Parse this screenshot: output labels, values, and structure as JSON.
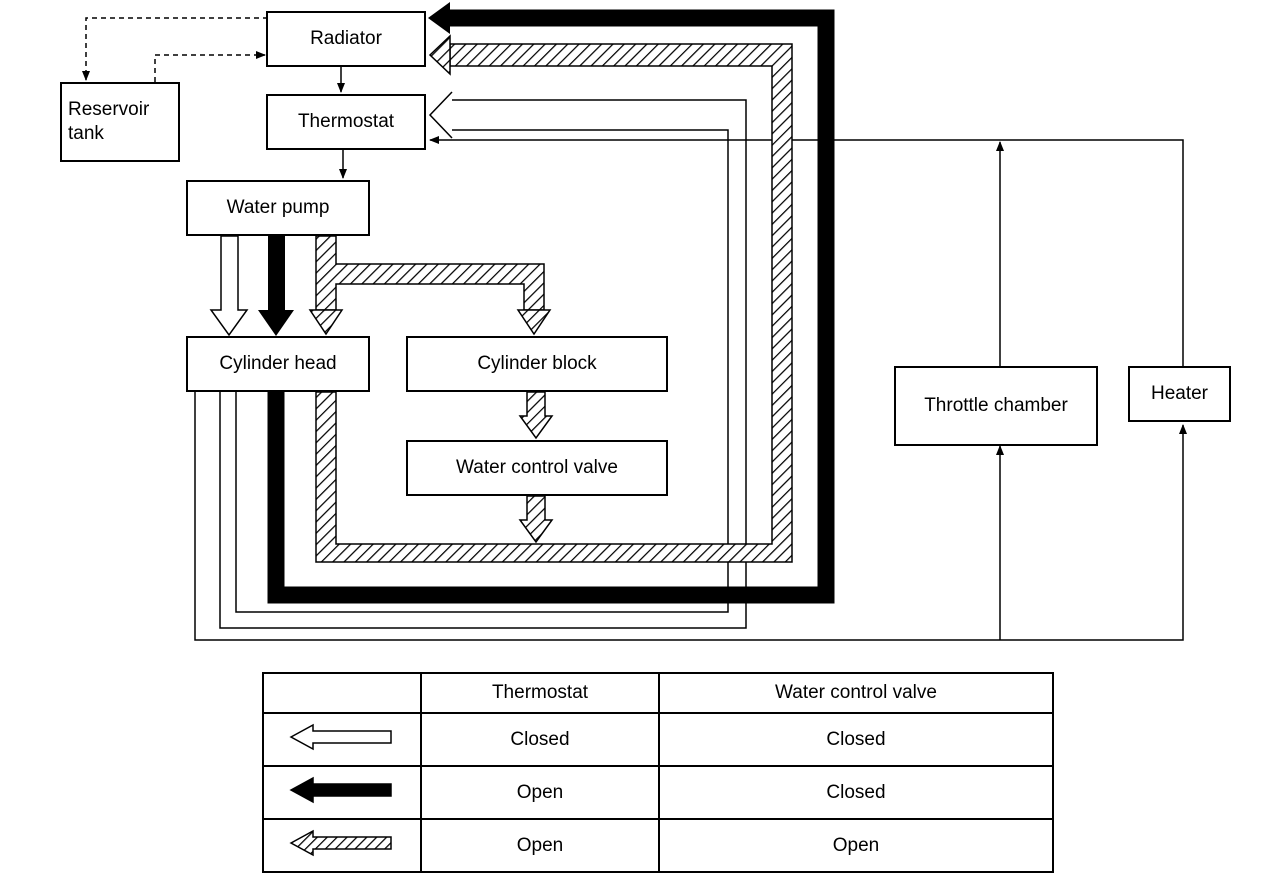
{
  "components": {
    "radiator": "Radiator",
    "reservoir_tank": "Reservoir tank",
    "thermostat": "Thermostat",
    "water_pump": "Water pump",
    "cylinder_head": "Cylinder head",
    "cylinder_block": "Cylinder block",
    "water_control_valve": "Water control valve",
    "throttle_chamber": "Throttle chamber",
    "heater": "Heater"
  },
  "legend": {
    "headers": [
      "",
      "Thermostat",
      "Water control valve"
    ],
    "rows": [
      {
        "arrow_style": "white-arrow-icon",
        "thermostat": "Closed",
        "water_control_valve": "Closed"
      },
      {
        "arrow_style": "black-arrow-icon",
        "thermostat": "Open",
        "water_control_valve": "Closed"
      },
      {
        "arrow_style": "hatched-arrow-icon",
        "thermostat": "Open",
        "water_control_valve": "Open"
      }
    ]
  }
}
